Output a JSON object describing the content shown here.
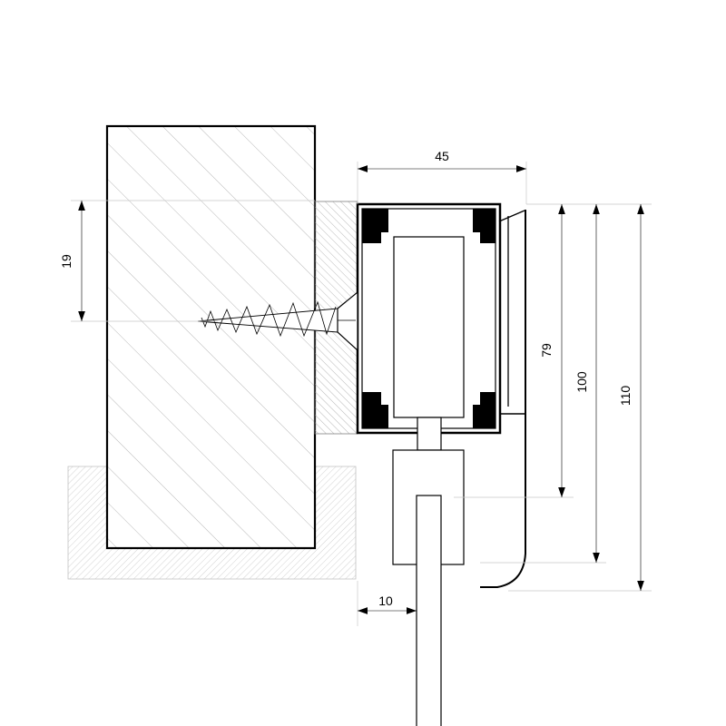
{
  "diagram": {
    "dimensions": {
      "profile_width": "45",
      "wood_thickness": "19",
      "height_79": "79",
      "height_100": "100",
      "height_110": "110",
      "offset_10": "10"
    },
    "colors": {
      "line": "#000000",
      "hatch_light": "#b0b0b0",
      "gasket": "#000000",
      "extension": "#c8c8c8"
    }
  }
}
